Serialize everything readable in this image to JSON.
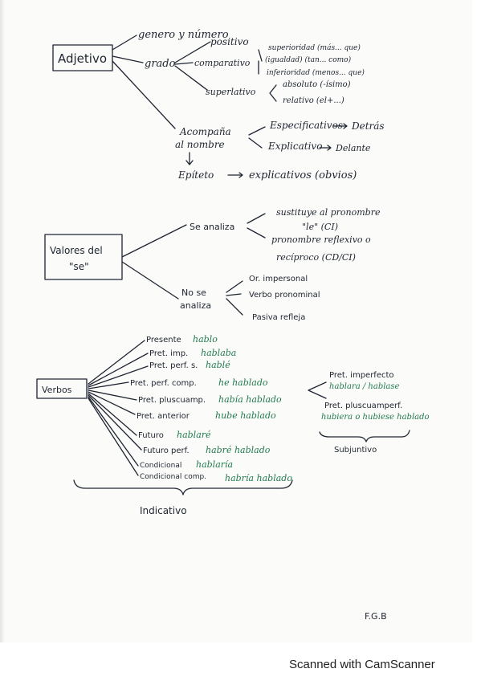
{
  "adjetivo": {
    "title": "Adjetivo",
    "genero": "genero y número",
    "grado": "grado",
    "positivo": "positivo",
    "comparativo": "comparativo",
    "comp_items": [
      "superioridad (más... que)",
      "(igualdad) (tan... como)",
      "inferioridad (menos... que)"
    ],
    "superlativo": "superlativo",
    "sup_items": [
      "absoluto (-ísimo)",
      "relativo (el+...)"
    ],
    "acompania": [
      "Acompaña",
      "al nombre"
    ],
    "especificativos": "Especificativos",
    "detras": "Detrás",
    "explicativo": "Explicativo",
    "delante": "Delante",
    "epiteto": "Epíteto",
    "epiteto_def": "explicativos (obvios)"
  },
  "se": {
    "title": [
      "Valores del",
      "\"se\""
    ],
    "se_analiza": "Se analiza",
    "sustituye": [
      "sustituye al pronombre",
      "\"le\" (CI)"
    ],
    "pronombre": [
      "pronombre reflexivo o",
      "recíproco (CD/CI)"
    ],
    "no_analiza": [
      "No se",
      "analiza"
    ],
    "no_items": [
      "Or. impersonal",
      "Verbo pronominal",
      "Pasiva refleja"
    ]
  },
  "verbos": {
    "title": "Verbos",
    "indicativo": [
      {
        "label": "Presente",
        "example": "hablo"
      },
      {
        "label": "Pret. imp.",
        "example": "hablaba"
      },
      {
        "label": "Pret. perf. s.",
        "example": "hablé"
      },
      {
        "label": "Pret. perf. comp.",
        "example": "he hablado"
      },
      {
        "label": "Pret. pluscuamp.",
        "example": "había hablado"
      },
      {
        "label": "Pret. anterior",
        "example": "hube hablado"
      },
      {
        "label": "Futuro",
        "example": "hablaré"
      },
      {
        "label": "Futuro perf.",
        "example": "habré hablado"
      },
      {
        "label": "Condicional",
        "example": "hablaría"
      },
      {
        "label": "Condicional comp.",
        "example": "habría hablado"
      }
    ],
    "indicativo_label": "Indicativo",
    "subjuntivo": [
      {
        "label": "Pret. imperfecto",
        "example": "hablara / hablase"
      },
      {
        "label": "Pret. pluscuamperf.",
        "example": "hubiera o hubiese hablado"
      }
    ],
    "subjuntivo_label": "Subjuntivo"
  },
  "signature": "F.G.B",
  "footer": "Scanned with CamScanner"
}
